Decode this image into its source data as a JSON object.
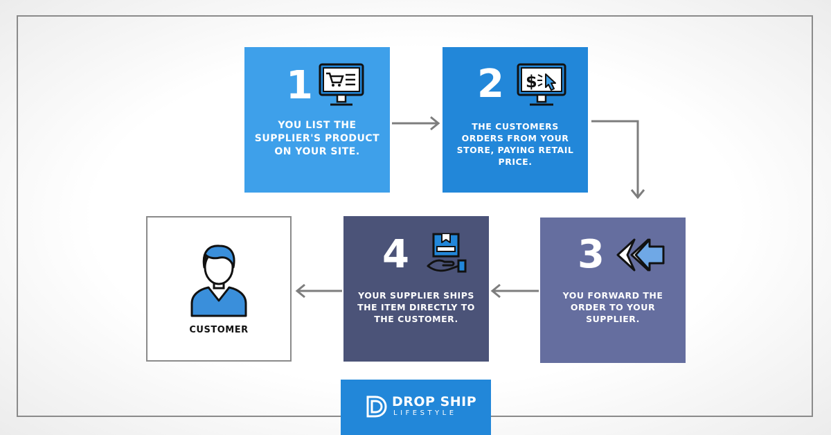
{
  "steps": [
    {
      "number": "1",
      "text": "YOU LIST THE SUPPLIER'S PRODUCT ON YOUR SITE.",
      "icon": "monitor-cart-icon"
    },
    {
      "number": "2",
      "text": "THE CUSTOMERS ORDERS FROM YOUR STORE, PAYING RETAIL PRICE.",
      "icon": "monitor-dollar-cursor-icon"
    },
    {
      "number": "3",
      "text": "YOU FORWARD THE ORDER TO YOUR SUPPLIER.",
      "icon": "double-arrow-left-icon"
    },
    {
      "number": "4",
      "text": "YOUR SUPPLIER SHIPS THE ITEM DIRECTLY TO THE CUSTOMER.",
      "icon": "hand-box-icon"
    }
  ],
  "customer": {
    "label": "CUSTOMER",
    "icon": "person-avatar-icon"
  },
  "logo": {
    "brand": "DROP SHIP",
    "sub": "LIFESTYLE"
  },
  "colors": {
    "step1": "#3ea0ea",
    "step2": "#2287d9",
    "step3": "#656e9f",
    "step4": "#4b5378",
    "arrow": "#7d7d7d",
    "frame": "#8a8a8a"
  }
}
